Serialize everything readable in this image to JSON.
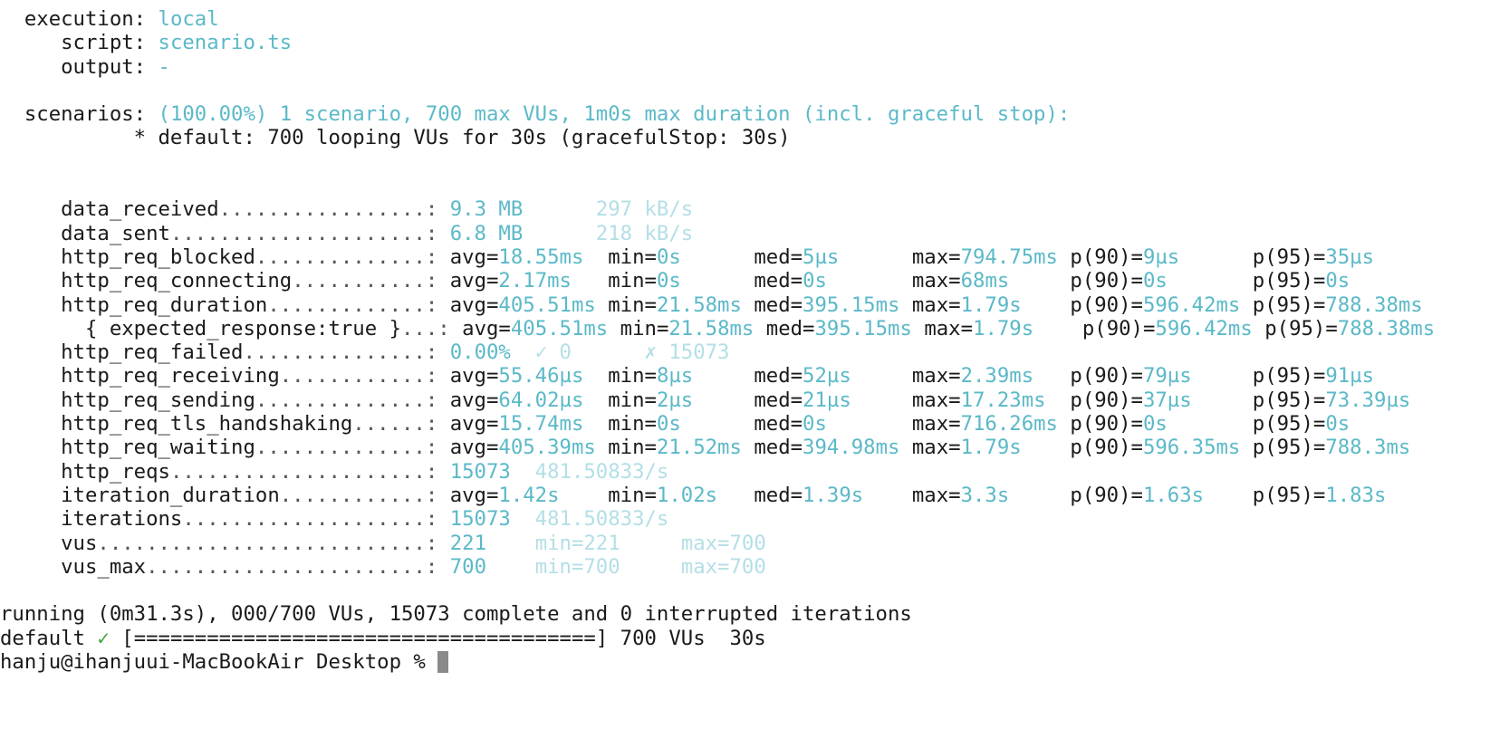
{
  "header": [
    {
      "key": "execution",
      "value": "local"
    },
    {
      "key": "script",
      "value": "scenario.ts"
    },
    {
      "key": "output",
      "value": "-"
    }
  ],
  "scenarios": {
    "key": "scenarios",
    "summary": "(100.00%) 1 scenario, 700 max VUs, 1m0s max duration (incl. graceful stop):",
    "detail": "* default: 700 looping VUs for 30s (gracefulStop: 30s)"
  },
  "metrics": [
    {
      "name": "data_received",
      "dots": ".................:",
      "cols": [
        {
          "t": "9.3 MB",
          "s": "c",
          "w": 12
        },
        {
          "t": "297 kB/s",
          "s": "d"
        }
      ]
    },
    {
      "name": "data_sent",
      "dots": ".....................:",
      "cols": [
        {
          "t": "6.8 MB",
          "s": "c",
          "w": 12
        },
        {
          "t": "218 kB/s",
          "s": "d"
        }
      ]
    },
    {
      "name": "http_req_blocked",
      "dots": "..............:",
      "cols": [
        {
          "k": "avg=",
          "v": "18.55ms",
          "w": 13
        },
        {
          "k": "min=",
          "v": "0s",
          "w": 12
        },
        {
          "k": "med=",
          "v": "5µs",
          "w": 13
        },
        {
          "k": "max=",
          "v": "794.75ms",
          "w": 13
        },
        {
          "k": "p(90)=",
          "v": "9µs",
          "w": 15
        },
        {
          "k": "p(95)=",
          "v": "35µs"
        }
      ]
    },
    {
      "name": "http_req_connecting",
      "dots": "...........:",
      "cols": [
        {
          "k": "avg=",
          "v": "2.17ms",
          "w": 13
        },
        {
          "k": "min=",
          "v": "0s",
          "w": 12
        },
        {
          "k": "med=",
          "v": "0s",
          "w": 13
        },
        {
          "k": "max=",
          "v": "68ms",
          "w": 13
        },
        {
          "k": "p(90)=",
          "v": "0s",
          "w": 15
        },
        {
          "k": "p(95)=",
          "v": "0s"
        }
      ]
    },
    {
      "name": "http_req_duration",
      "dots": ".............:",
      "cols": [
        {
          "k": "avg=",
          "v": "405.51ms",
          "w": 13
        },
        {
          "k": "min=",
          "v": "21.58ms",
          "w": 12
        },
        {
          "k": "med=",
          "v": "395.15ms",
          "w": 13
        },
        {
          "k": "max=",
          "v": "1.79s",
          "w": 13
        },
        {
          "k": "p(90)=",
          "v": "596.42ms",
          "w": 15
        },
        {
          "k": "p(95)=",
          "v": "788.38ms"
        }
      ]
    },
    {
      "name": "  { expected_response:true }",
      "dots": "...:",
      "cols": [
        {
          "k": "avg=",
          "v": "405.51ms",
          "w": 13
        },
        {
          "k": "min=",
          "v": "21.58ms",
          "w": 12
        },
        {
          "k": "med=",
          "v": "395.15ms",
          "w": 13
        },
        {
          "k": "max=",
          "v": "1.79s",
          "w": 13
        },
        {
          "k": "p(90)=",
          "v": "596.42ms",
          "w": 15
        },
        {
          "k": "p(95)=",
          "v": "788.38ms"
        }
      ]
    },
    {
      "name": "http_req_failed",
      "dots": "...............:",
      "cols": [
        {
          "t": "0.00%",
          "s": "c",
          "w": 7
        },
        {
          "t": "✓ 0",
          "s": "d",
          "w": 9
        },
        {
          "t": "✗ 15073",
          "s": "d"
        }
      ]
    },
    {
      "name": "http_req_receiving",
      "dots": "............:",
      "cols": [
        {
          "k": "avg=",
          "v": "55.46µs",
          "w": 13
        },
        {
          "k": "min=",
          "v": "8µs",
          "w": 12
        },
        {
          "k": "med=",
          "v": "52µs",
          "w": 13
        },
        {
          "k": "max=",
          "v": "2.39ms",
          "w": 13
        },
        {
          "k": "p(90)=",
          "v": "79µs",
          "w": 15
        },
        {
          "k": "p(95)=",
          "v": "91µs"
        }
      ]
    },
    {
      "name": "http_req_sending",
      "dots": "..............:",
      "cols": [
        {
          "k": "avg=",
          "v": "64.02µs",
          "w": 13
        },
        {
          "k": "min=",
          "v": "2µs",
          "w": 12
        },
        {
          "k": "med=",
          "v": "21µs",
          "w": 13
        },
        {
          "k": "max=",
          "v": "17.23ms",
          "w": 13
        },
        {
          "k": "p(90)=",
          "v": "37µs",
          "w": 15
        },
        {
          "k": "p(95)=",
          "v": "73.39µs"
        }
      ]
    },
    {
      "name": "http_req_tls_handshaking",
      "dots": "......:",
      "cols": [
        {
          "k": "avg=",
          "v": "15.74ms",
          "w": 13
        },
        {
          "k": "min=",
          "v": "0s",
          "w": 12
        },
        {
          "k": "med=",
          "v": "0s",
          "w": 13
        },
        {
          "k": "max=",
          "v": "716.26ms",
          "w": 13
        },
        {
          "k": "p(90)=",
          "v": "0s",
          "w": 15
        },
        {
          "k": "p(95)=",
          "v": "0s"
        }
      ]
    },
    {
      "name": "http_req_waiting",
      "dots": "..............:",
      "cols": [
        {
          "k": "avg=",
          "v": "405.39ms",
          "w": 13
        },
        {
          "k": "min=",
          "v": "21.52ms",
          "w": 12
        },
        {
          "k": "med=",
          "v": "394.98ms",
          "w": 13
        },
        {
          "k": "max=",
          "v": "1.79s",
          "w": 13
        },
        {
          "k": "p(90)=",
          "v": "596.35ms",
          "w": 15
        },
        {
          "k": "p(95)=",
          "v": "788.3ms"
        }
      ]
    },
    {
      "name": "http_reqs",
      "dots": ".....................:",
      "cols": [
        {
          "t": "15073",
          "s": "c",
          "w": 7
        },
        {
          "t": "481.50833/s",
          "s": "d"
        }
      ]
    },
    {
      "name": "iteration_duration",
      "dots": "............:",
      "cols": [
        {
          "k": "avg=",
          "v": "1.42s",
          "w": 13
        },
        {
          "k": "min=",
          "v": "1.02s",
          "w": 12
        },
        {
          "k": "med=",
          "v": "1.39s",
          "w": 13
        },
        {
          "k": "max=",
          "v": "3.3s",
          "w": 13
        },
        {
          "k": "p(90)=",
          "v": "1.63s",
          "w": 15
        },
        {
          "k": "p(95)=",
          "v": "1.83s"
        }
      ]
    },
    {
      "name": "iterations",
      "dots": "....................:",
      "cols": [
        {
          "t": "15073",
          "s": "c",
          "w": 7
        },
        {
          "t": "481.50833/s",
          "s": "d"
        }
      ]
    },
    {
      "name": "vus",
      "dots": "...........................:",
      "cols": [
        {
          "t": "221",
          "s": "c",
          "w": 7
        },
        {
          "t": "min=221",
          "s": "d",
          "w": 12
        },
        {
          "t": "max=700",
          "s": "d"
        }
      ]
    },
    {
      "name": "vus_max",
      "dots": ".......................:",
      "cols": [
        {
          "t": "700",
          "s": "c",
          "w": 7
        },
        {
          "t": "min=700",
          "s": "d",
          "w": 12
        },
        {
          "t": "max=700",
          "s": "d"
        }
      ]
    }
  ],
  "footer": {
    "running": "running (0m31.3s), 000/700 VUs, 15073 complete and 0 interrupted iterations",
    "progress_prefix": "default ",
    "check": "✓",
    "progress_bar": " [======================================] 700 VUs  30s",
    "prompt": "hanju@ihanjuui-MacBookAir Desktop % "
  },
  "colors": {
    "value": "#5bb9c8",
    "dim": "#b3dfe6",
    "check": "#3fa33f",
    "text": "#1a1a1a",
    "cursor": "#8a8a8a"
  }
}
